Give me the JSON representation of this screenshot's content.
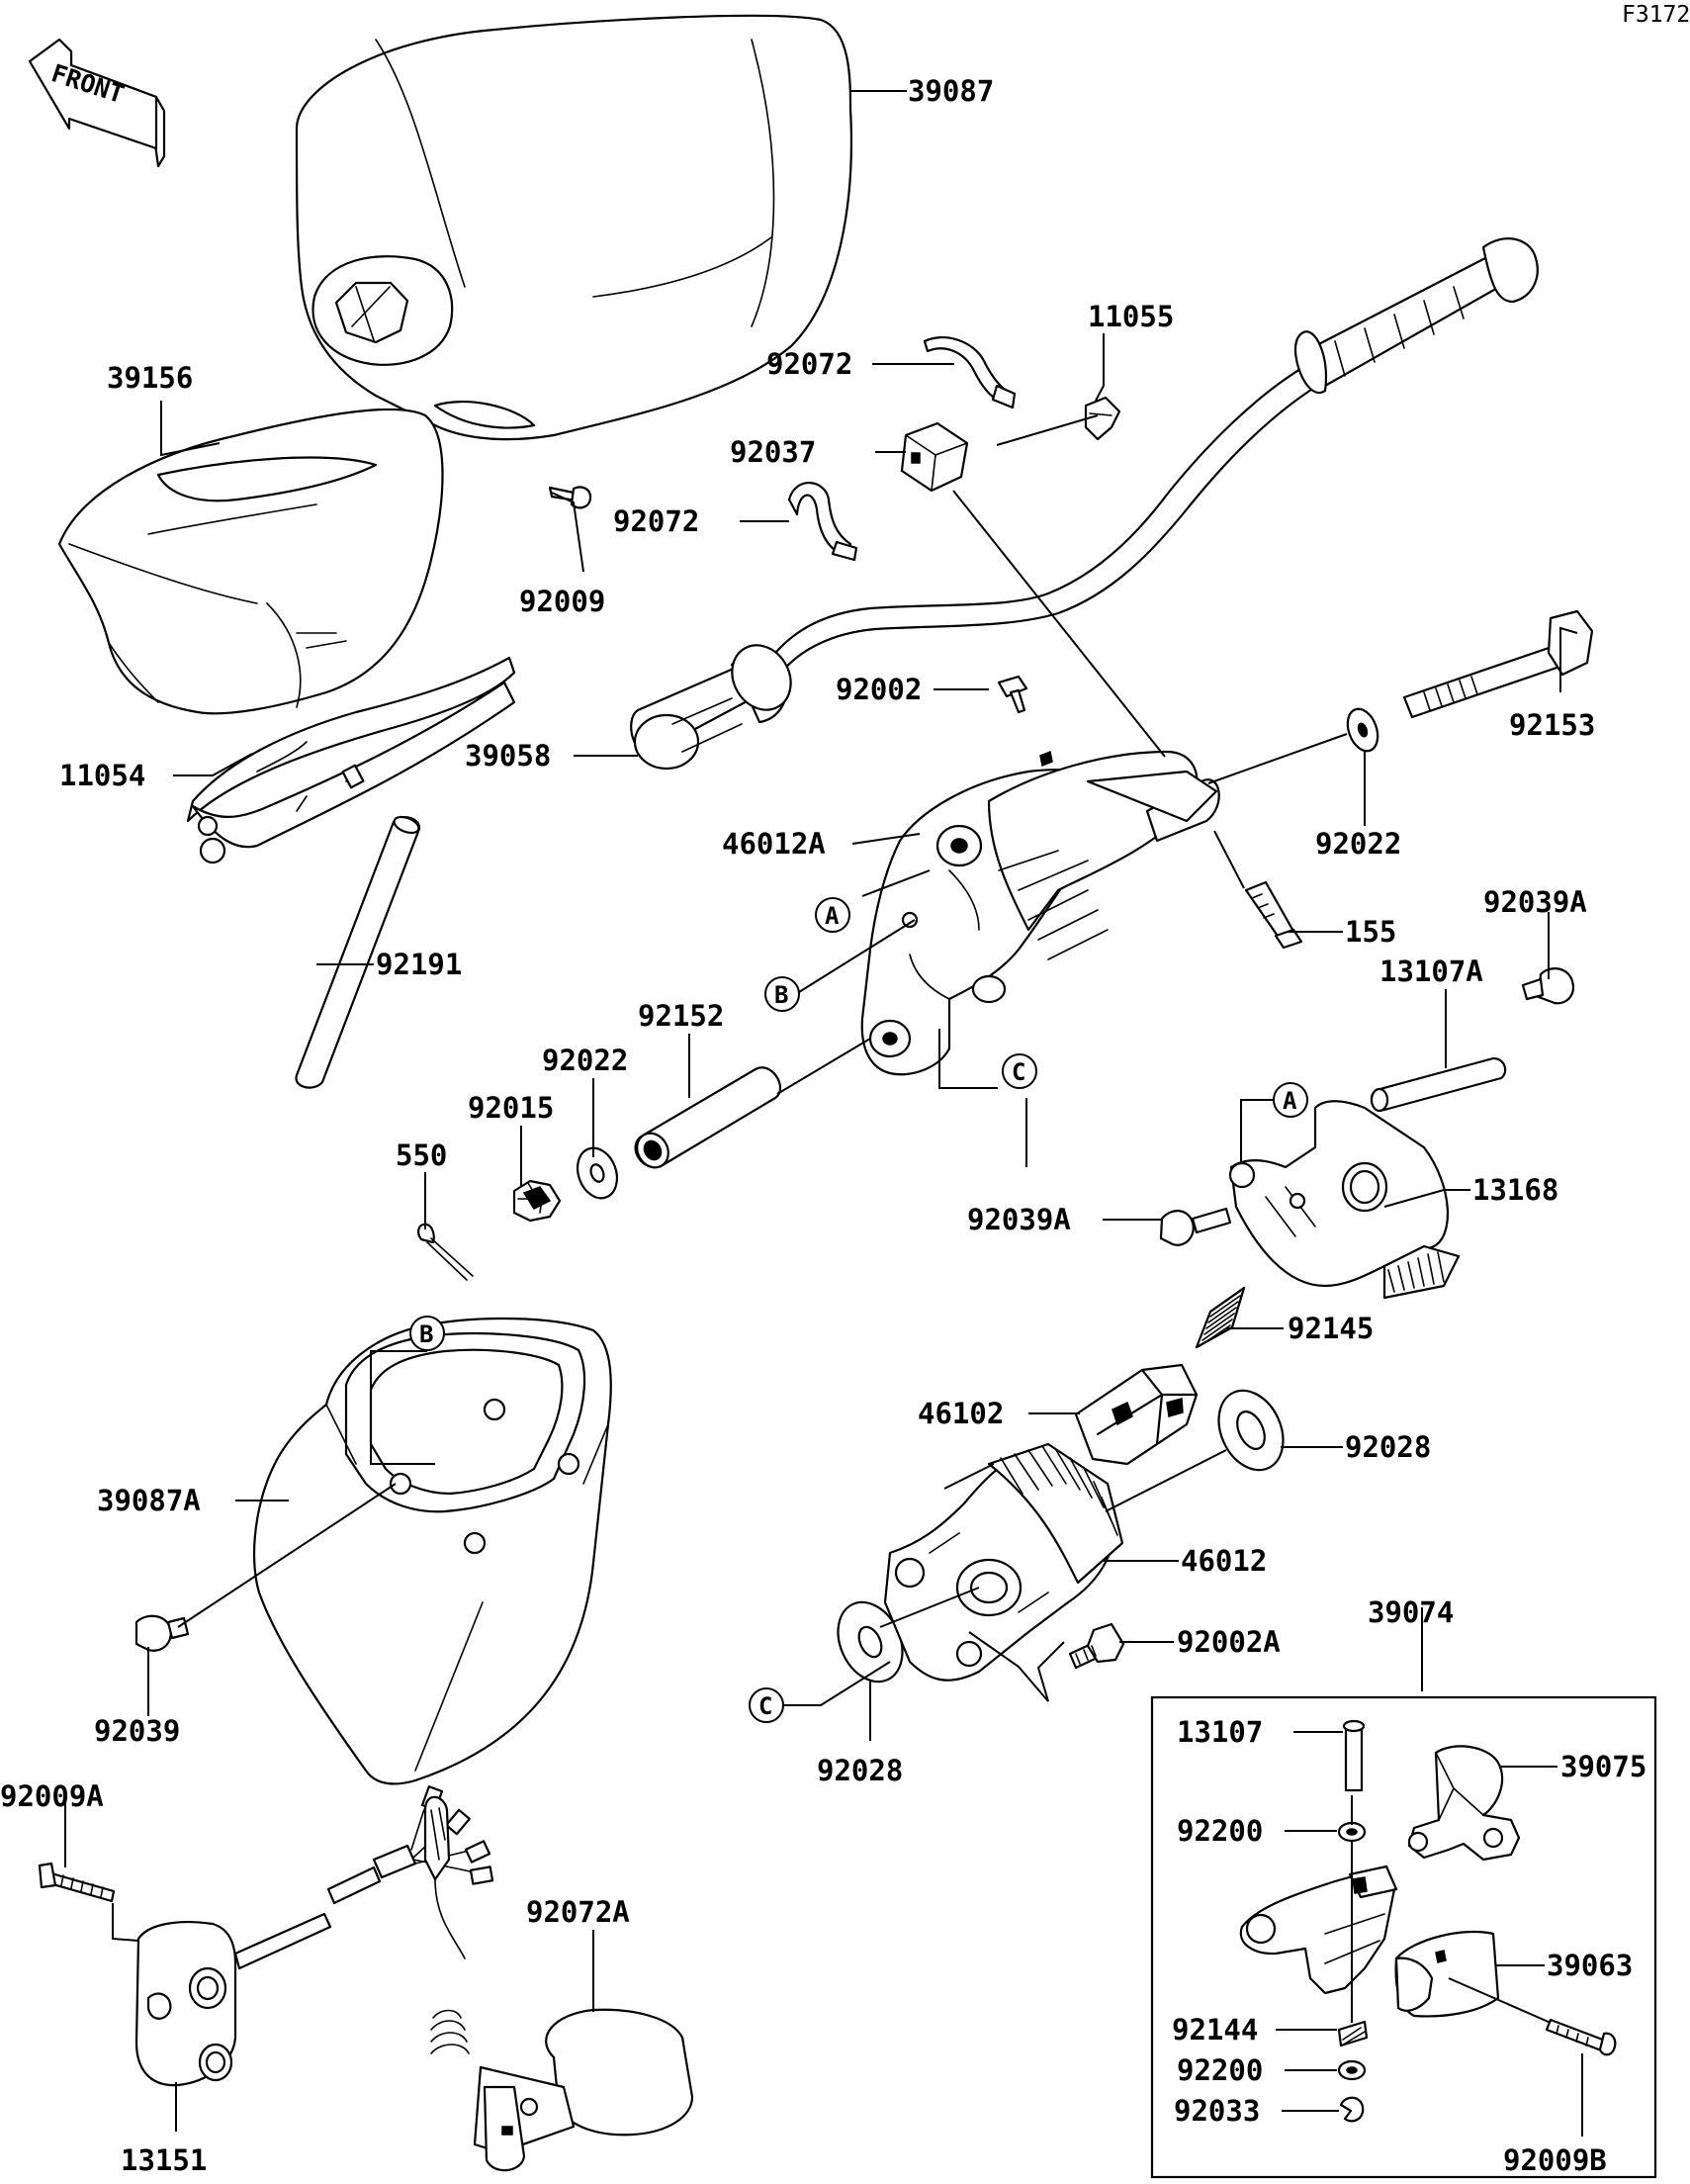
{
  "figure_code": "F3172",
  "front_badge": "FRONT",
  "refs": {
    "a": "A",
    "b": "B",
    "c": "C"
  },
  "labels": {
    "p39087": "39087",
    "p39156": "39156",
    "p92009": "92009",
    "p92072_top": "92072",
    "p11055": "11055",
    "p92037": "92037",
    "p92072_mid": "92072",
    "p92002": "92002",
    "p92153": "92153",
    "p39058": "39058",
    "p11054": "11054",
    "p46012A": "46012A",
    "p92022_right": "92022",
    "p155": "155",
    "p92039A_top": "92039A",
    "p13107A": "13107A",
    "p92191": "92191",
    "p92152": "92152",
    "p92022_left": "92022",
    "p92015": "92015",
    "p550": "550",
    "p13168": "13168",
    "p92039A_mid": "92039A",
    "p92145": "92145",
    "p46102": "46102",
    "p92028_right": "92028",
    "p39087A": "39087A",
    "p46012": "46012",
    "p92002A": "92002A",
    "p92039": "92039",
    "p39074": "39074",
    "p92028_bottom": "92028",
    "p13107": "13107",
    "p39075": "39075",
    "p92200_top": "92200",
    "p92009A": "92009A",
    "p39063": "39063",
    "p92072A": "92072A",
    "p92144": "92144",
    "p92200_bottom": "92200",
    "p92033": "92033",
    "p13151": "13151",
    "p92009B": "92009B"
  }
}
